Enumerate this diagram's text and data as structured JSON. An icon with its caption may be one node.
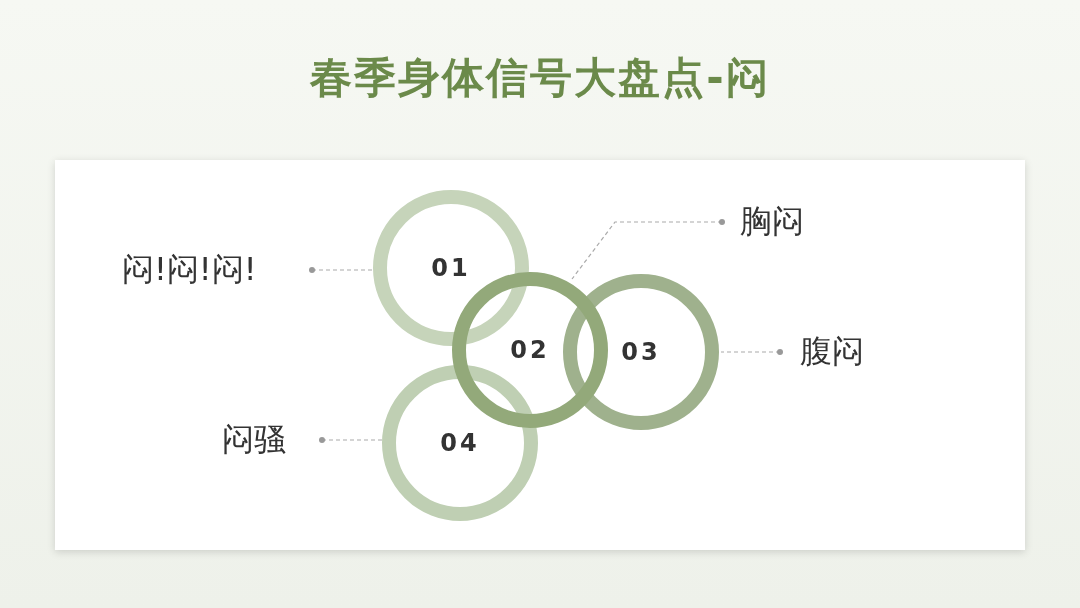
{
  "diagram": {
    "title": "春季身体信号大盘点-闷",
    "nodes": [
      {
        "text": [
          "闷!闷!闷!"
        ]
      },
      {
        "text": [
          "01"
        ]
      },
      {
        "text": [
          "胸闷"
        ]
      },
      {
        "text": [
          "02"
        ]
      },
      {
        "text": [
          "03"
        ]
      },
      {
        "text": [
          "腹闷"
        ]
      },
      {
        "text": [
          "闷骚"
        ]
      },
      {
        "text": [
          "04"
        ]
      }
    ],
    "edges": [
      {
        "from": 0,
        "to": 1,
        "arrow": "other",
        "style": "dashed"
      },
      {
        "from": 2,
        "to": 3,
        "arrow": "other",
        "style": "dashed"
      },
      {
        "from": 5,
        "to": 4,
        "arrow": "other",
        "style": "dashed"
      },
      {
        "from": 6,
        "to": 7,
        "arrow": "other",
        "style": "dashed"
      }
    ]
  }
}
